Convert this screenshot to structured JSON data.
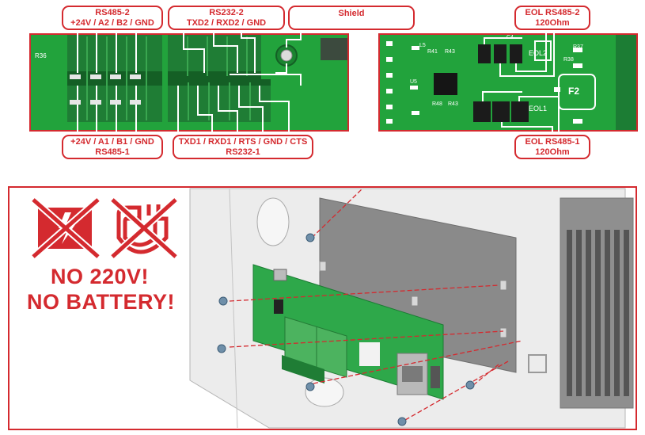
{
  "labels": {
    "rs485_2_title": "RS485-2",
    "rs485_2_pins": "+24V / A2 / B2 / GND",
    "rs232_2_title": "RS232-2",
    "rs232_2_pins": "TXD2 / RXD2 / GND",
    "shield": "Shield",
    "rs485_1_pins": "+24V / A1 / B1 / GND",
    "rs485_1_title": "RS485-1",
    "rs232_1_pins": "TXD1 / RXD1 / RTS / GND / CTS",
    "rs232_1_title": "RS232-1",
    "eol2_title": "EOL RS485-2",
    "eol2_value": "120Ohm",
    "eol1_title": "EOL RS485-1",
    "eol1_value": "120Ohm"
  },
  "pcb_marks": {
    "r36": "R36",
    "r38": "R38",
    "r37": "R37",
    "eol2": "EOL2",
    "eol1": "EOL1",
    "f2": "F2",
    "u5": "U5",
    "r41": "R41",
    "r43": "R43",
    "r48": "R48",
    "l5": "L5",
    "c4": "C4"
  },
  "warning": {
    "line1": "NO 220V!",
    "line2": "NO BATTERY!"
  },
  "colors": {
    "accent_red": "#d42a2f",
    "pcb_green": "#22a33c",
    "connector_green": "#1e7a34",
    "wire_white": "#ffffff"
  }
}
